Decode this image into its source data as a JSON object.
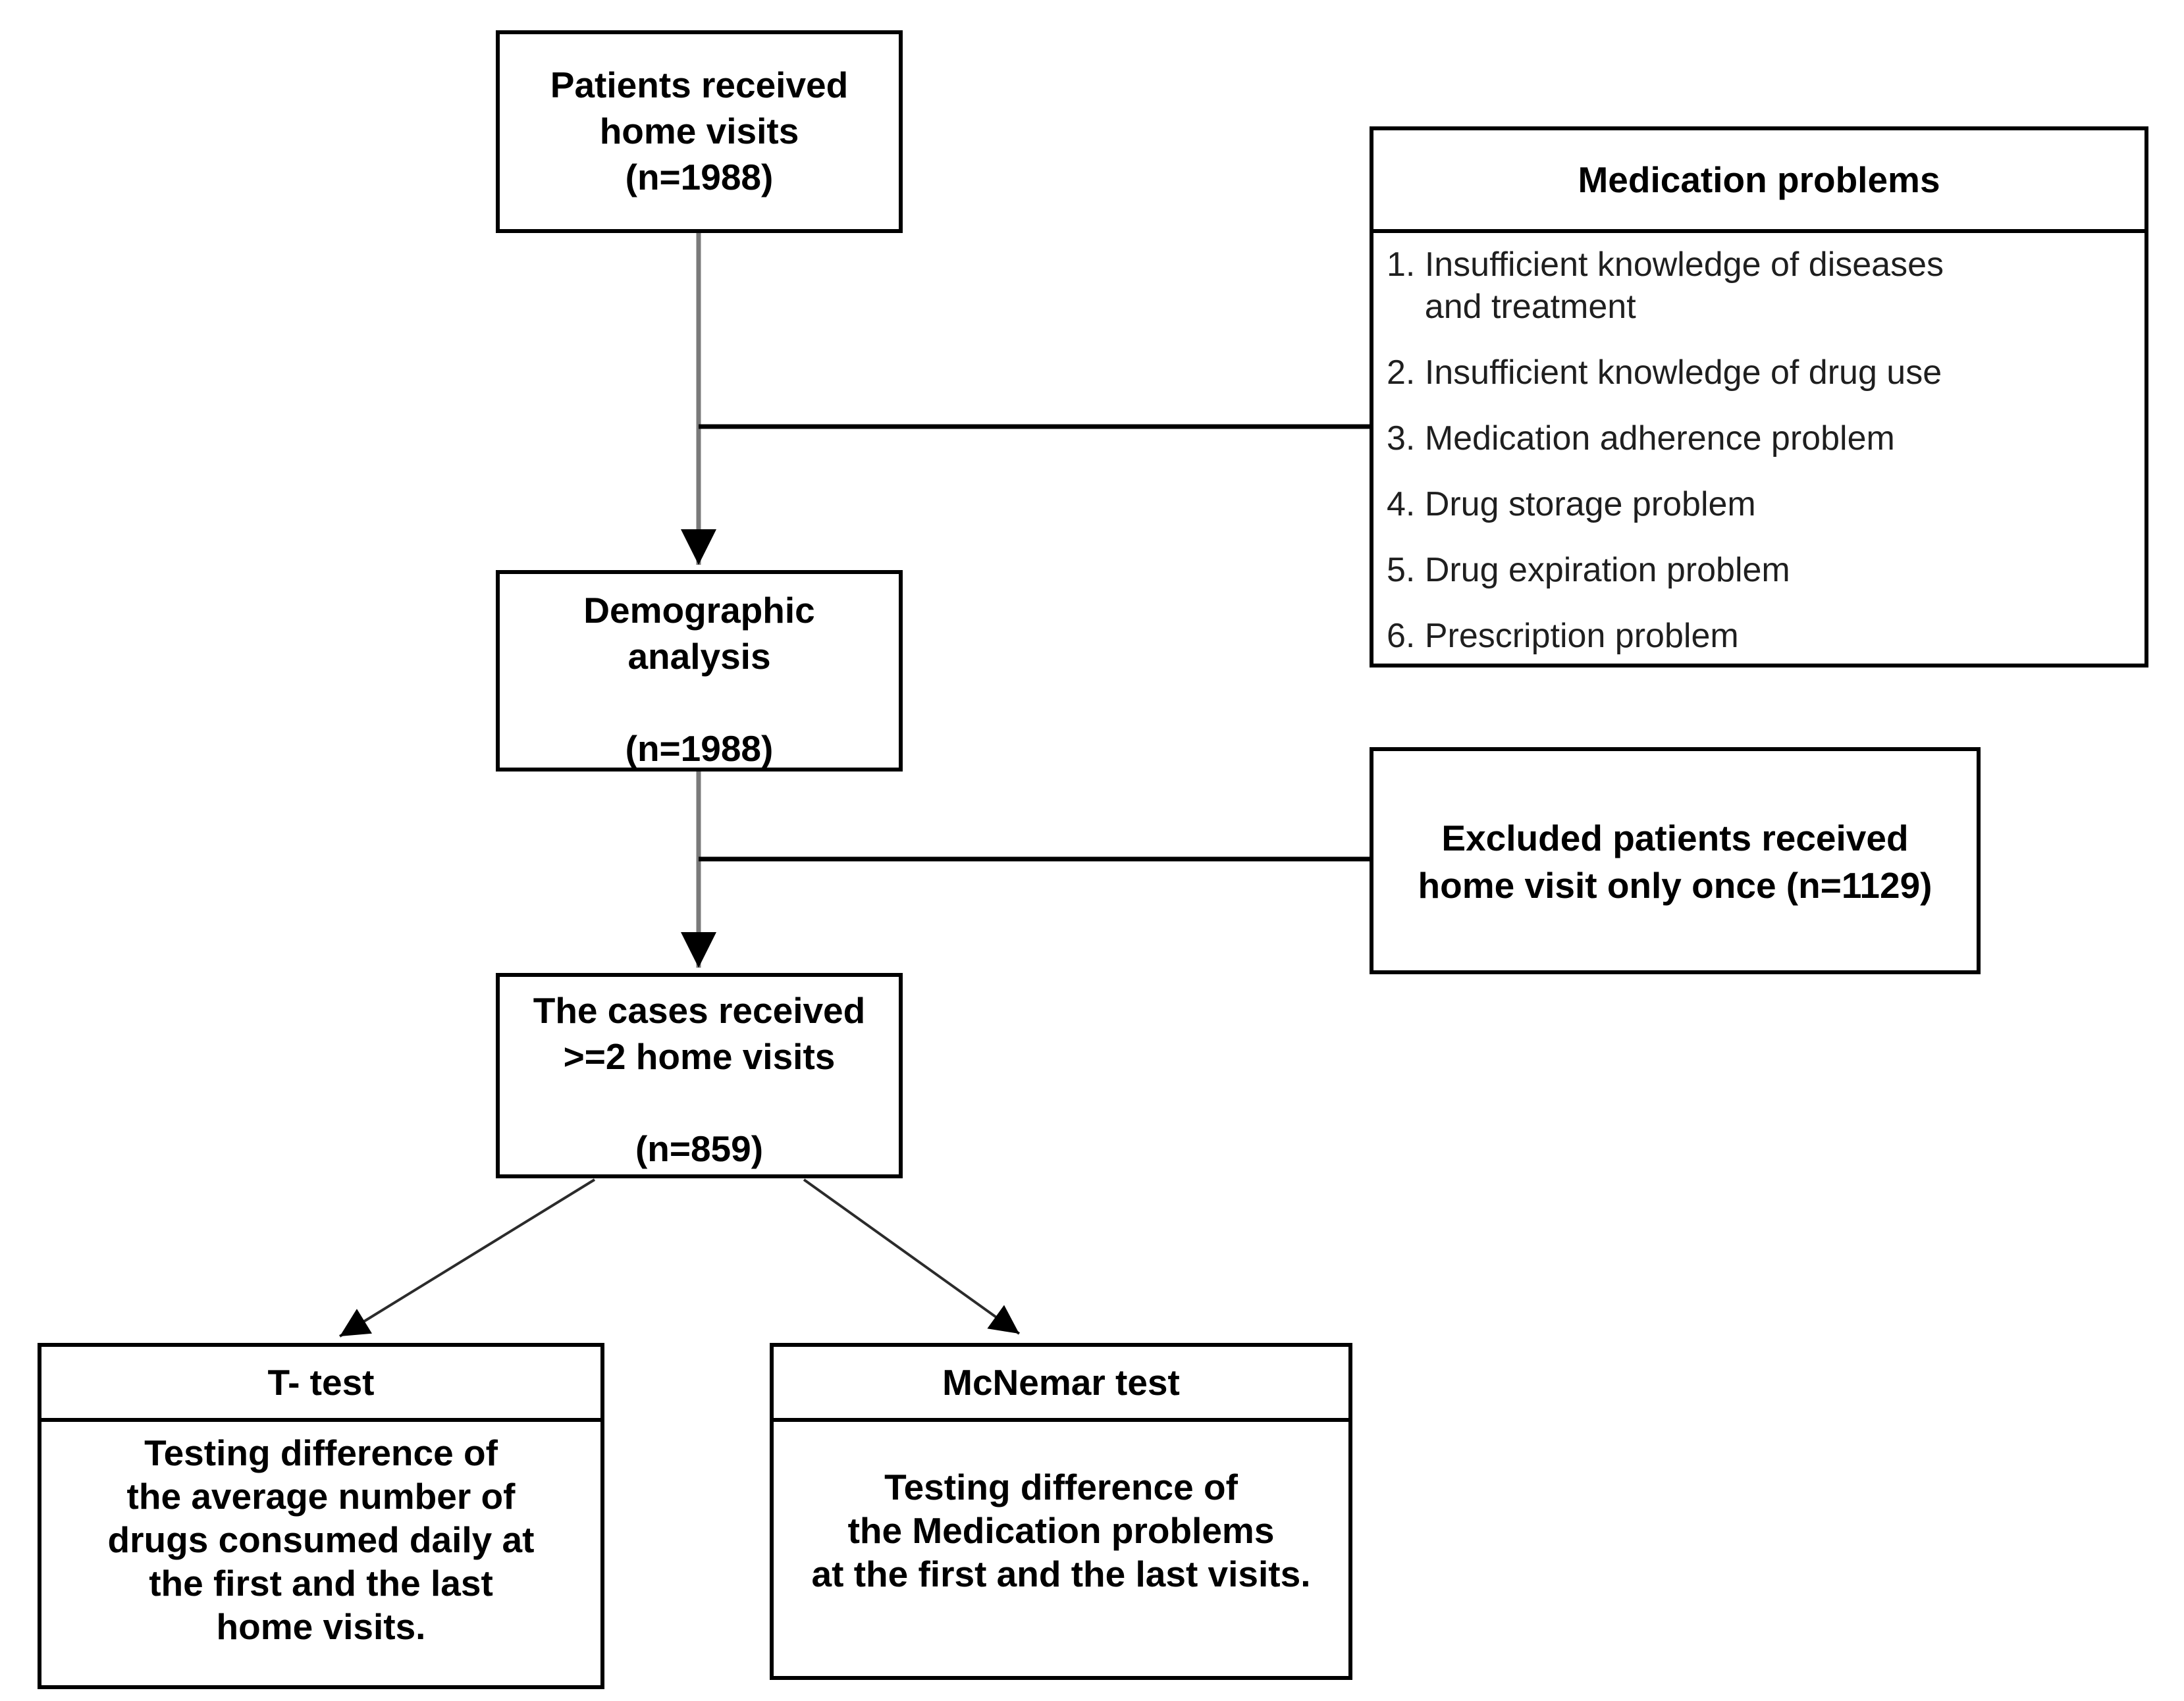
{
  "diagram": {
    "patients_box": {
      "text": "Patients received\nhome visits\n(n=1988)"
    },
    "medication_box": {
      "title": "Medication problems",
      "items": [
        "1. Insufficient knowledge of diseases\n    and treatment",
        "2. Insufficient knowledge of drug use",
        "3. Medication adherence problem",
        "4. Drug storage problem",
        "5. Drug expiration problem",
        "6. Prescription problem"
      ]
    },
    "demographic_box": {
      "text": "Demographic\nanalysis\n\n(n=1988)"
    },
    "excluded_box": {
      "text": "Excluded patients received\nhome visit only once (n=1129)"
    },
    "cases_box": {
      "text": "The cases received\n>=2 home visits\n\n(n=859)"
    },
    "ttest_box": {
      "title": "T- test",
      "body": "Testing difference of\nthe average number of\ndrugs consumed daily at\nthe first and the last\nhome visits."
    },
    "mcnemar_box": {
      "title": "McNemar test",
      "body": "Testing difference of\nthe Medication problems\nat the first and the last visits."
    },
    "colors": {
      "background": "#ffffff",
      "border": "#000000",
      "text": "#000000",
      "vertical_connector": "#7a7a7a",
      "horizontal_connector": "#000000",
      "diagonal_connector": "#2b2b2b",
      "arrowhead": "#000000"
    }
  }
}
